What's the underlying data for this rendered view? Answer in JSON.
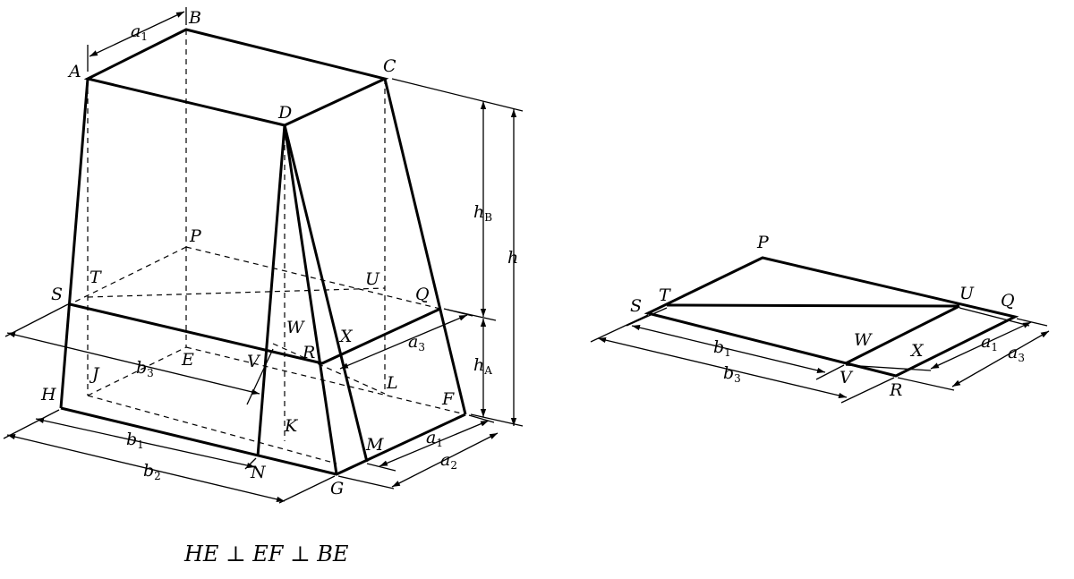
{
  "points": {
    "A": "A",
    "B": "B",
    "C": "C",
    "D": "D",
    "E": "E",
    "F": "F",
    "G": "G",
    "H": "H",
    "J": "J",
    "K": "K",
    "L": "L",
    "M": "M",
    "N": "N",
    "P": "P",
    "Q": "Q",
    "R": "R",
    "S": "S",
    "T": "T",
    "U": "U",
    "V": "V",
    "W": "W",
    "X": "X"
  },
  "dims": {
    "a": "a",
    "b": "b",
    "h": "h",
    "one": "1",
    "two": "2",
    "three": "3",
    "sub_A": "A",
    "sub_B": "B"
  },
  "caption": "HE ⊥ EF ⊥ BE"
}
